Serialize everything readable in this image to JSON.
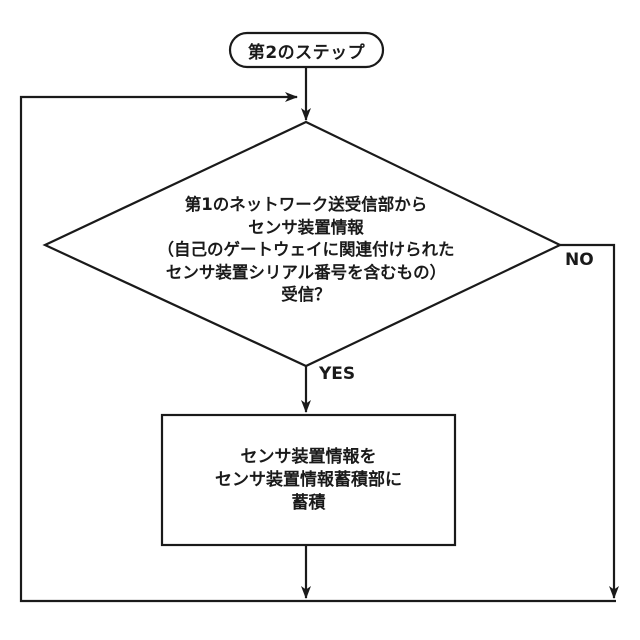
{
  "flowchart": {
    "background_color": "#ffffff",
    "line_color": "#1a1a1a",
    "start": {
      "type": "terminator",
      "label": "第2のステップ"
    },
    "decision": {
      "type": "decision",
      "lines": [
        "第1のネットワーク送受信部から",
        "センサ装置情報",
        "（自己のゲートウェイに関連付けられた",
        "センサ装置シリアル番号を含むもの）",
        "受信？"
      ]
    },
    "process": {
      "type": "process",
      "lines": [
        "センサ装置情報を",
        "センサ装置情報蓄積部に",
        "蓄積"
      ]
    },
    "edges": {
      "yes_label": "YES",
      "no_label": "NO"
    }
  }
}
